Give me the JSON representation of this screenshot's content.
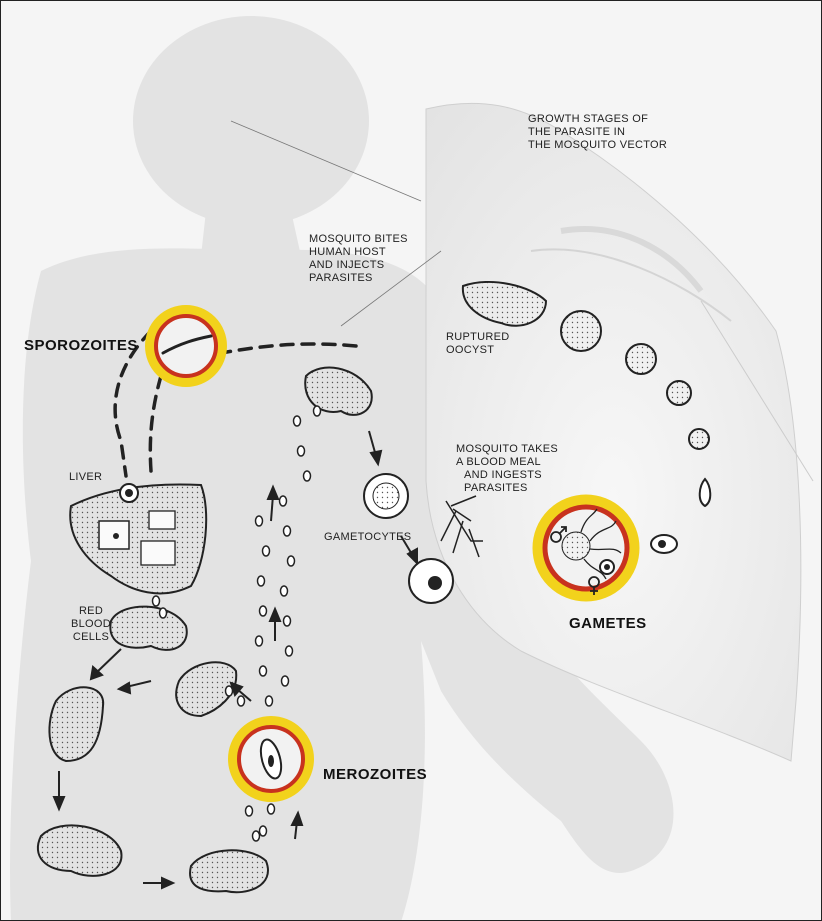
{
  "labels": {
    "growth_stages": [
      "GROWTH STAGES OF",
      "THE PARASITE IN",
      "THE MOSQUITO VECTOR"
    ],
    "bites": [
      "MOSQUITO BITES",
      "HUMAN HOST",
      "AND INJECTS",
      "PARASITES"
    ],
    "ruptured": [
      "RUPTURED",
      "OOCYST"
    ],
    "takes_meal": [
      "MOSQUITO TAKES",
      "A BLOOD MEAL",
      "AND INGESTS",
      "PARASITES"
    ],
    "liver": "LIVER",
    "gametocytes": "GAMETOCYTES",
    "red_blood_cells": [
      "RED",
      "BLOOD",
      "CELLS"
    ]
  },
  "stages": {
    "sporozoites": "SPOROZOITES",
    "merozoites": "MEROZOITES",
    "gametes": "GAMETES"
  },
  "colors": {
    "ring_outer": "#f2d21c",
    "ring_inner": "#c8321e",
    "silhouette": "#e4e4e4",
    "ink": "#222222"
  },
  "icons": [
    "female-symbol-icon",
    "male-symbol-icon",
    "mosquito-icon"
  ]
}
